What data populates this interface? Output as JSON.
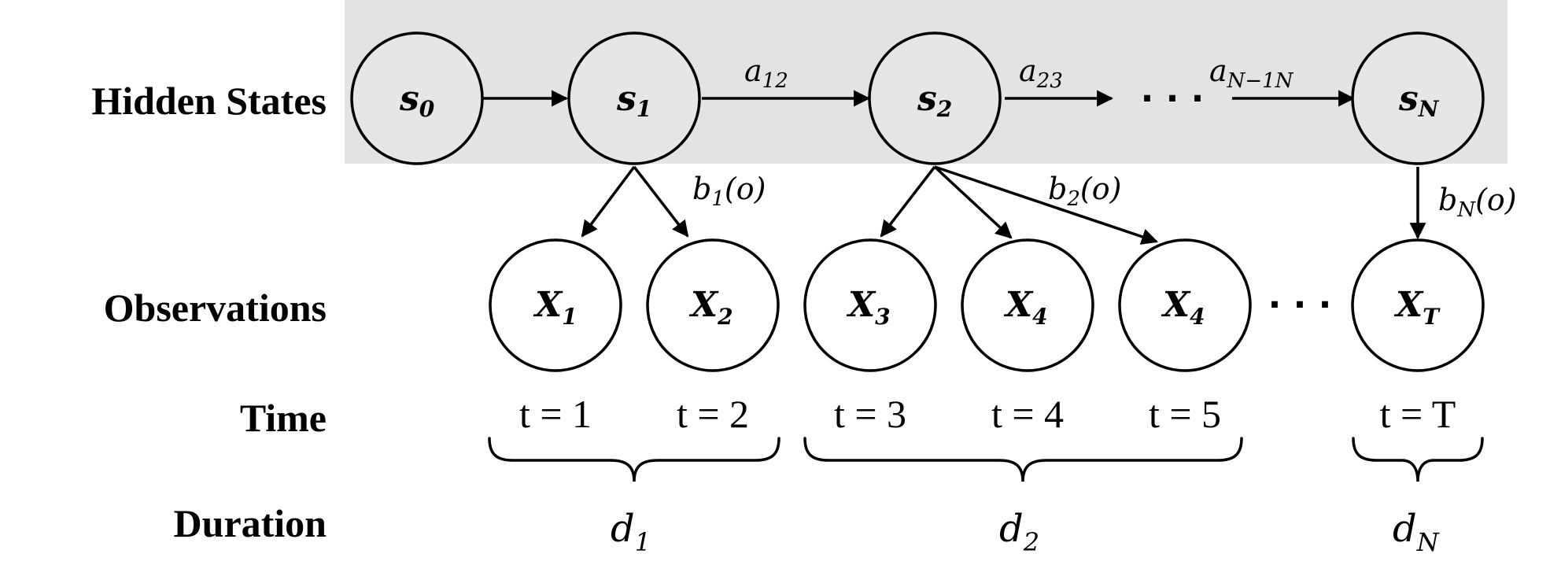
{
  "row_labels": {
    "hidden": "Hidden States",
    "observations": "Observations",
    "time": "Time",
    "duration": "Duration"
  },
  "states": [
    {
      "base": "s",
      "sub": "0"
    },
    {
      "base": "s",
      "sub": "1"
    },
    {
      "base": "s",
      "sub": "2"
    },
    {
      "base": "s",
      "sub": "N"
    }
  ],
  "transitions": [
    {
      "base": "a",
      "sub": "12"
    },
    {
      "base": "a",
      "sub": "23"
    },
    {
      "base": "a",
      "sub": "N−1N"
    }
  ],
  "emissions": [
    {
      "base": "b",
      "sub": "1",
      "arg": "(o)"
    },
    {
      "base": "b",
      "sub": "2",
      "arg": "(o)"
    },
    {
      "base": "b",
      "sub": "N",
      "arg": "(o)"
    }
  ],
  "observations": [
    {
      "base": "X",
      "sub": "1"
    },
    {
      "base": "X",
      "sub": "2"
    },
    {
      "base": "X",
      "sub": "3"
    },
    {
      "base": "X",
      "sub": "4"
    },
    {
      "base": "X",
      "sub": "4"
    },
    {
      "base": "X",
      "sub": "T"
    }
  ],
  "times": [
    "t = 1",
    "t = 2",
    "t = 3",
    "t = 4",
    "t = 5",
    "t = T"
  ],
  "durations": [
    {
      "base": "d",
      "sub": "1"
    },
    {
      "base": "d",
      "sub": "2"
    },
    {
      "base": "d",
      "sub": "N"
    }
  ],
  "ellipsis": "· · ·"
}
